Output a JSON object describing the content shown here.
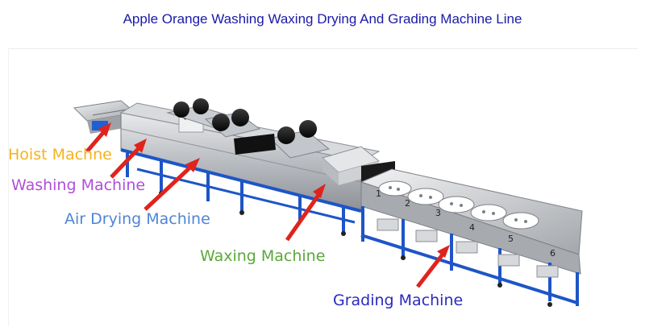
{
  "page": {
    "title": "Apple Orange Washing Waxing Drying And Grading Machine Line"
  },
  "figure": {
    "callouts": [
      {
        "key": "hoist",
        "label": "Hoist Machne",
        "color": "#f5b21e"
      },
      {
        "key": "washing",
        "label": "Washing Machine",
        "color": "#b04fd8"
      },
      {
        "key": "air",
        "label": "Air Drying Machine",
        "color": "#4f84d8"
      },
      {
        "key": "waxing",
        "label": "Waxing Machine",
        "color": "#5aa83a"
      },
      {
        "key": "grading",
        "label": "Grading Machine",
        "color": "#2a2abf"
      }
    ],
    "arrow_color": "#e0231d",
    "grading_lane_numbers": [
      "1",
      "2",
      "3",
      "4",
      "5",
      "6"
    ]
  }
}
